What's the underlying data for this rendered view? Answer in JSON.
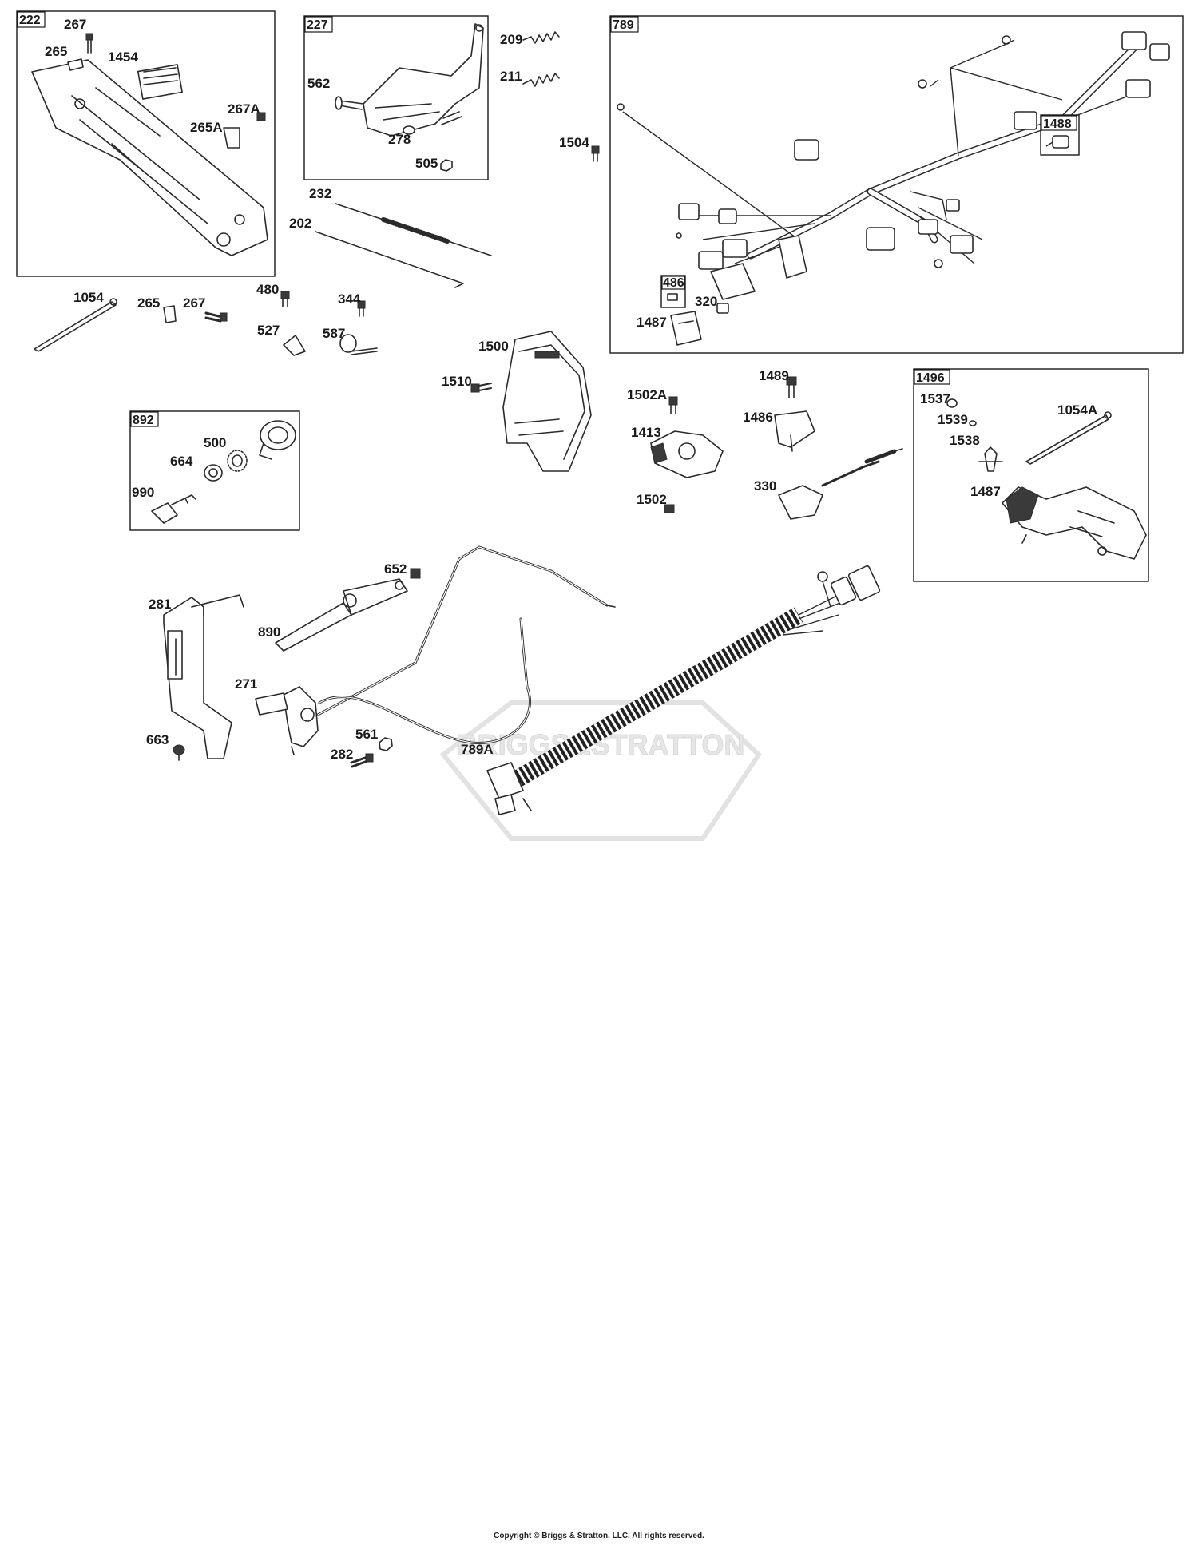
{
  "groups": [
    {
      "id": "g222",
      "label": "222"
    },
    {
      "id": "g227",
      "label": "227"
    },
    {
      "id": "g789",
      "label": "789"
    },
    {
      "id": "g892",
      "label": "892"
    },
    {
      "id": "g1496",
      "label": "1496"
    },
    {
      "id": "g486",
      "label": "486"
    },
    {
      "id": "g1488",
      "label": "1488"
    }
  ],
  "callouts": {
    "c267a": "267",
    "c265a": "265",
    "c1454": "1454",
    "c267A": "267A",
    "c265A": "265A",
    "c562": "562",
    "c278": "278",
    "c505": "505",
    "c209": "209",
    "c211": "211",
    "c232": "232",
    "c202": "202",
    "c1504": "1504",
    "c320": "320",
    "c1487a": "1487",
    "c1054": "1054",
    "c265b": "265",
    "c267b": "267",
    "c480": "480",
    "c527": "527",
    "c344": "344",
    "c587": "587",
    "c1500": "1500",
    "c1510": "1510",
    "c1489": "1489",
    "c1502A": "1502A",
    "c1486": "1486",
    "c1413": "1413",
    "c330": "330",
    "c1502": "1502",
    "c1537": "1537",
    "c1539": "1539",
    "c1054A": "1054A",
    "c1538": "1538",
    "c1487b": "1487",
    "c500": "500",
    "c664": "664",
    "c990": "990",
    "c652": "652",
    "c281": "281",
    "c890": "890",
    "c271": "271",
    "c663": "663",
    "c561": "561",
    "c282": "282",
    "c789A": "789A"
  },
  "watermark": "BRIGGS&STRATTON",
  "copyright": "Copyright © Briggs & Stratton, LLC. All rights reserved."
}
